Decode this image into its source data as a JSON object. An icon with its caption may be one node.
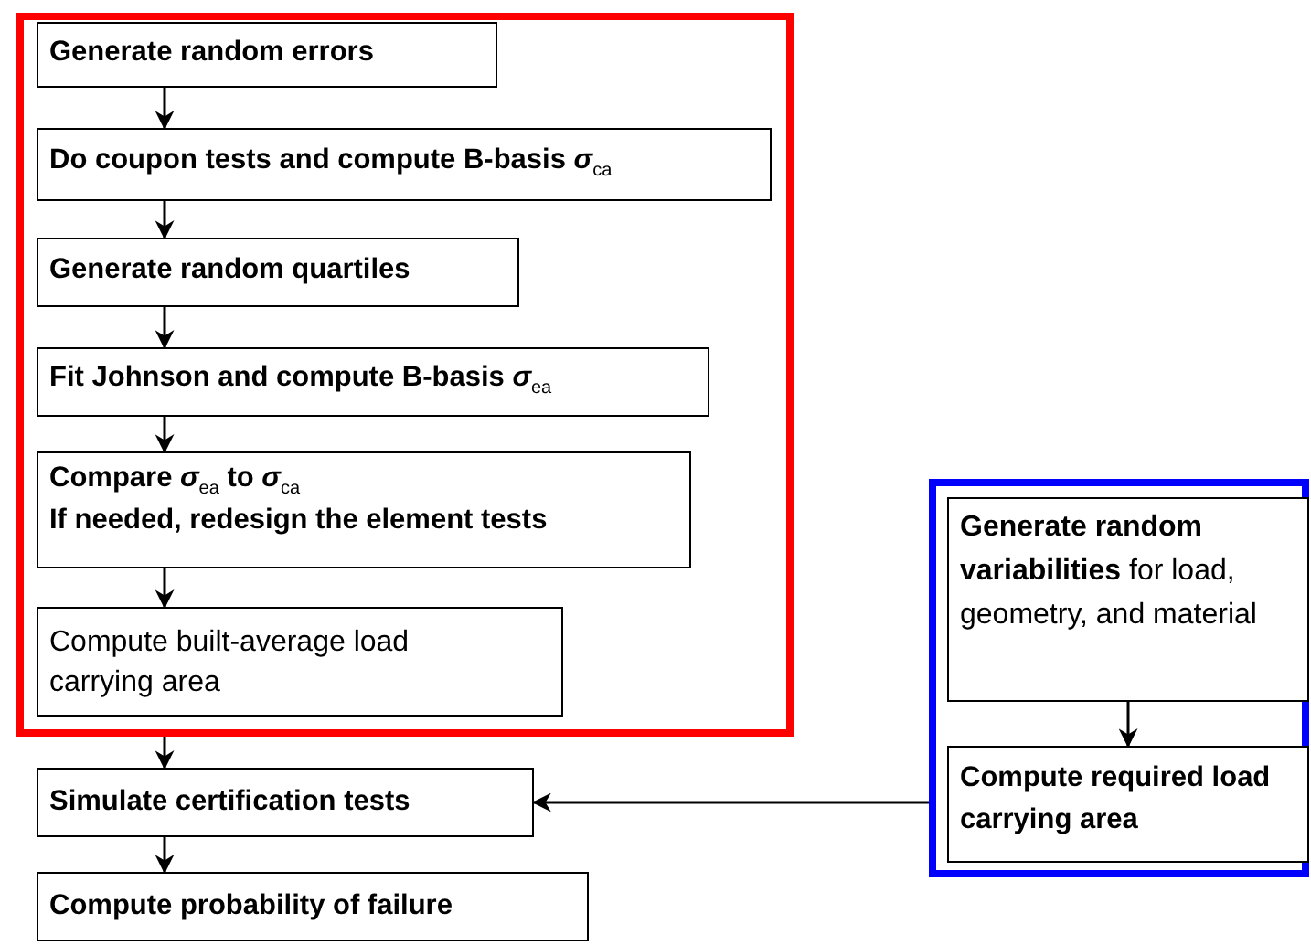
{
  "diagram": {
    "nodes": [
      {
        "text": [],
        "shape": "box"
      },
      {
        "text": [
          "Generate random errors"
        ],
        "in": 0
      },
      {
        "text": [
          "Do coupon tests and compute B-basis *σ*$_{ca}$"
        ],
        "in": 0
      },
      {
        "text": [
          "Generate random quartiles"
        ],
        "in": 0
      },
      {
        "text": [
          "Fit Johnson and compute B-basis *σ*$_{ea}$"
        ],
        "in": 0
      },
      {
        "text": [
          "Compare *σ*$_{ea}$ to *σ*$_{ca}$",
          "If needed, redesign the element tests"
        ],
        "in": 0
      },
      {
        "text": [
          "Compute built-average load carrying area"
        ],
        "in": 0
      },
      {
        "text": [
          "Simulate certification tests"
        ]
      },
      {
        "text": [
          "Compute probability of failure"
        ]
      },
      {
        "text": [],
        "shape": "box"
      },
      {
        "text": [
          "**Generate random variabilities** for load, geometry, and material"
        ],
        "in": 9
      },
      {
        "text": [
          "Compute required load carrying area"
        ],
        "in": 9
      }
    ],
    "edges": [
      {
        "from": 1,
        "to": 2,
        "arrow": "to"
      },
      {
        "from": 2,
        "to": 3,
        "arrow": "to"
      },
      {
        "from": 3,
        "to": 4,
        "arrow": "to"
      },
      {
        "from": 4,
        "to": 5,
        "arrow": "to"
      },
      {
        "from": 5,
        "to": 6,
        "arrow": "to"
      },
      {
        "from": 0,
        "to": 7,
        "arrow": "to"
      },
      {
        "from": 7,
        "to": 8,
        "arrow": "to"
      },
      {
        "from": 10,
        "to": 11,
        "arrow": "to"
      },
      {
        "from": 9,
        "to": 7,
        "arrow": "to"
      }
    ]
  }
}
